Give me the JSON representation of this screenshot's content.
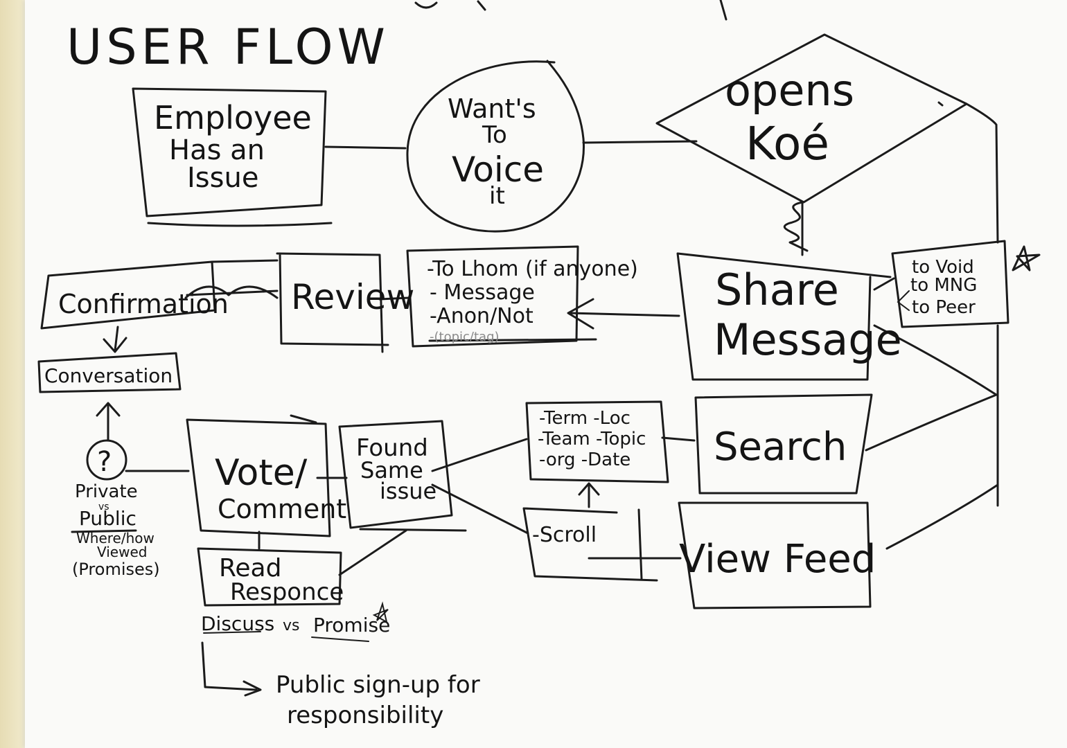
{
  "diagram": {
    "title": "USER FLOW",
    "nodes": {
      "employee": [
        "Employee",
        "Has an",
        "Issue"
      ],
      "wants": [
        "Want's",
        "To",
        "Voice",
        "it"
      ],
      "opens": [
        "opens",
        "Koé"
      ],
      "share": [
        "Share",
        "Message"
      ],
      "details": [
        "-To Lhom (if anyone)",
        "- Message",
        "-Anon/Not"
      ],
      "details_faint": "-(topic/tag)",
      "review": "Review",
      "confirmation": "Confirmation",
      "conversation": "Conversation",
      "send_to": [
        "to Void",
        "to MNG",
        "to Peer"
      ],
      "search": "Search",
      "filters": [
        "-Term -Loc",
        "-Team -Topic",
        "-org -Date"
      ],
      "scroll": "-Scroll",
      "view_feed": "View Feed",
      "found": [
        "Found",
        "Same",
        "issue"
      ],
      "vote": [
        "Vote/",
        "Comment"
      ],
      "read": [
        "Read",
        "Responce"
      ],
      "question": "?",
      "privacy": [
        "Private",
        "vs",
        "Public",
        "Where/how",
        "Viewed",
        "(Promises)"
      ],
      "discuss": [
        "Discuss",
        "vs",
        "Promise"
      ],
      "signup": [
        "Public sign-up for",
        "responsibility"
      ]
    }
  }
}
